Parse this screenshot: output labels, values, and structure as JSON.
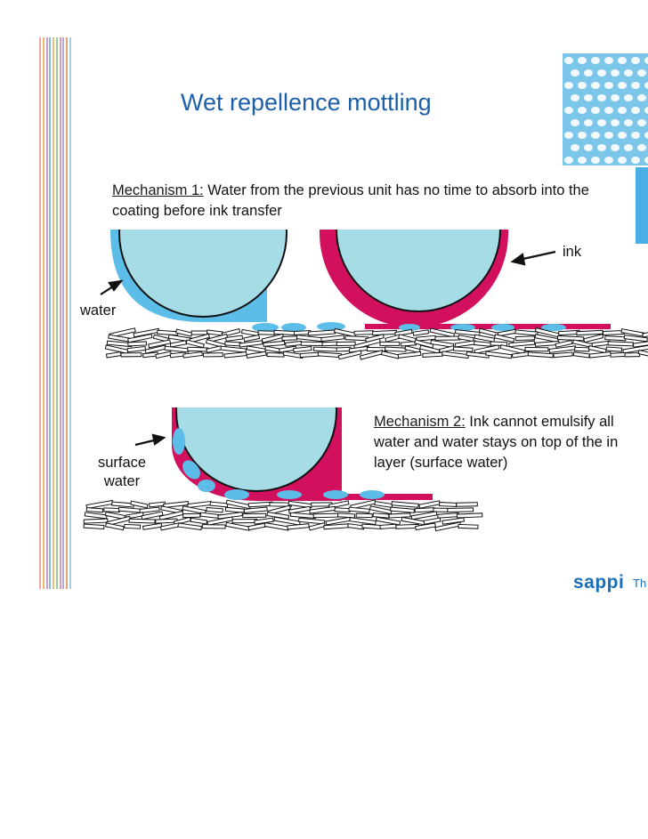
{
  "title": "Wet repellence mottling",
  "mechanism1": {
    "heading": "Mechanism 1:",
    "text": " Water from the previous unit has no time to absorb into the coating before ink transfer"
  },
  "mechanism2": {
    "heading": "Mechanism 2:",
    "line1": " Ink cannot emulsify all",
    "line2": "water and water stays on top of the in",
    "line3": "layer (surface water)"
  },
  "labels": {
    "ink": "ink",
    "water": "water",
    "surface_line1": "surface",
    "surface_line2": "water"
  },
  "brand": {
    "logo_text": "sappi",
    "tagline": "Th"
  },
  "colors": {
    "roller": "#a5dce6",
    "water": "#5bbde8",
    "ink": "#d2105e",
    "title": "#1c5fa8",
    "brand": "#1a6fb9"
  },
  "decor": {
    "stripe_colors": [
      "#e8a9a0",
      "#f2b66b",
      "#c9a0d8",
      "#8fb8e0",
      "#e5c07a",
      "#9ec99a",
      "#d89bb8",
      "#b0b0d6",
      "#e9a07a",
      "#a4cfe0"
    ]
  }
}
